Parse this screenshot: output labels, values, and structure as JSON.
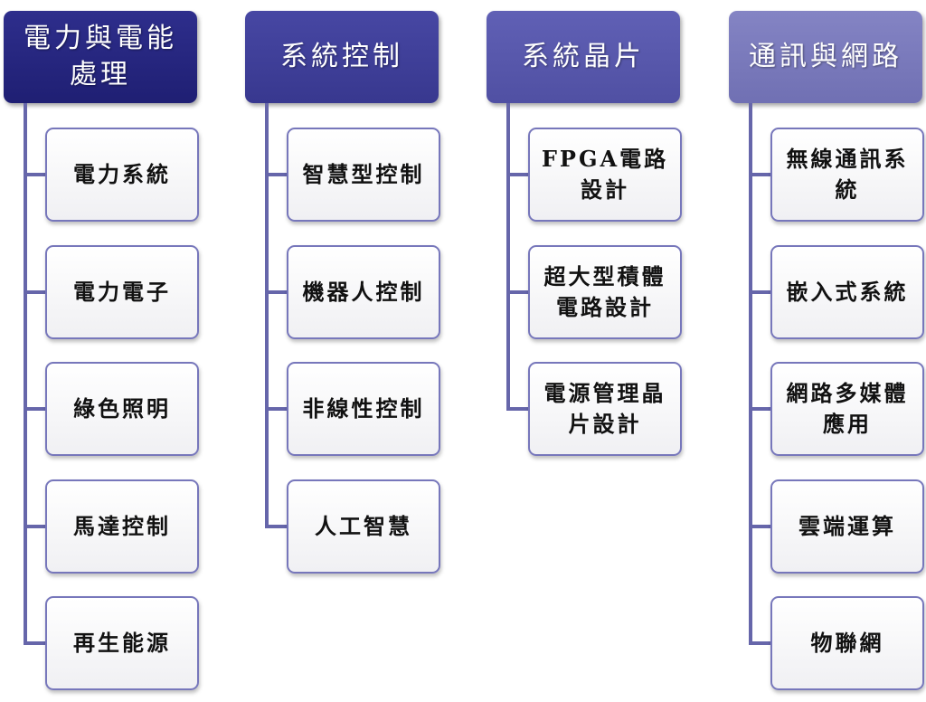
{
  "columns": [
    {
      "title": "電力與電能處理",
      "color_top": "#2e2e8c",
      "color_bottom": "#1f1f73",
      "items": [
        "電力系統",
        "電力電子",
        "綠色照明",
        "馬達控制",
        "再生能源"
      ]
    },
    {
      "title": "系統控制",
      "color_top": "#4747a3",
      "color_bottom": "#38388f",
      "items": [
        "智慧型控制",
        "機器人控制",
        "非線性控制",
        "人工智慧"
      ]
    },
    {
      "title": "系統晶片",
      "color_top": "#6060b5",
      "color_bottom": "#5050a3",
      "items": [
        "FPGA電路設計",
        "超大型積體電路設計",
        "電源管理晶片設計"
      ]
    },
    {
      "title": "通訊與網路",
      "color_top": "#8484c4",
      "color_bottom": "#7070b3",
      "items": [
        "無線通訊系統",
        "嵌入式系統",
        "網路多媒體應用",
        "雲端運算",
        "物聯網"
      ]
    }
  ],
  "connector_color": "#6666aa",
  "box_border_color": "#7777bb"
}
